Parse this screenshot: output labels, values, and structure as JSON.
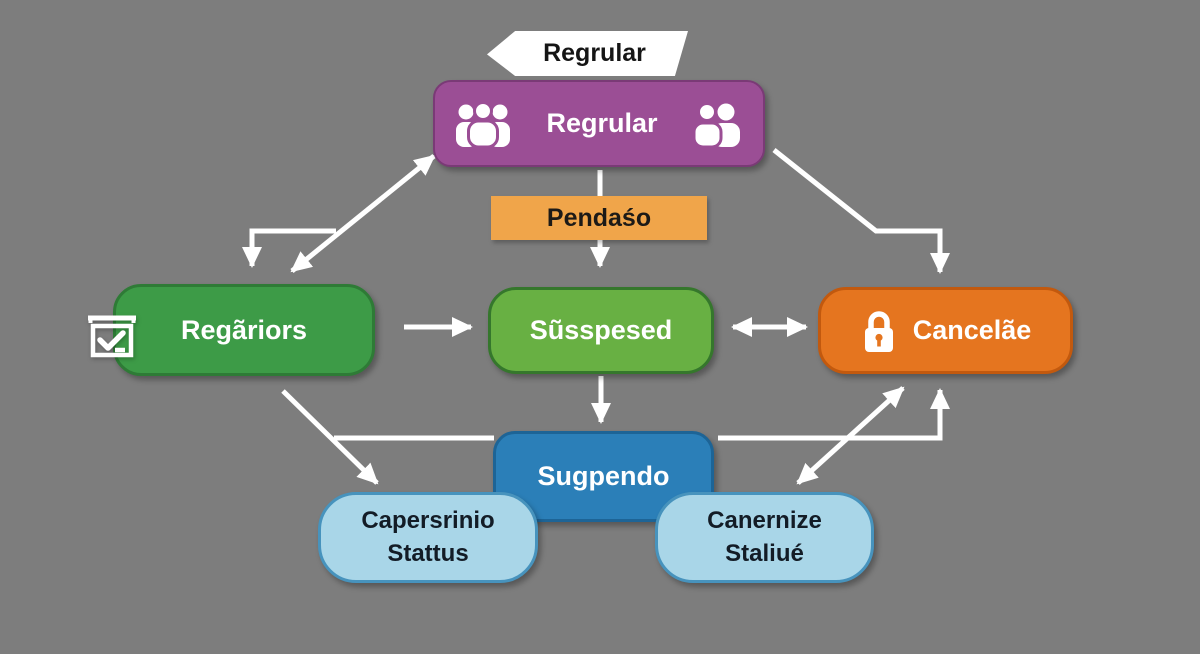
{
  "palette": {
    "background": "#7d7d7d",
    "arrow": "#ffffff",
    "ribbon_bg": "#ffffff",
    "ribbon_text": "#151515",
    "regular_bg": "#9b4e95",
    "regular_border": "#7a3a76",
    "pendaso_bg": "#f0a54a",
    "pendaso_text": "#1c1a17",
    "regariors_bg": "#3d9b47",
    "regariors_border": "#2e7b36",
    "susspesed_bg": "#68b043",
    "susspesed_border": "#35772c",
    "cancelae_bg": "#e5751f",
    "cancelae_border": "#c2590e",
    "sugpendo_bg": "#2b7fb8",
    "sugpendo_border": "#1d6496",
    "lightblue_bg": "#a9d6e8",
    "lightblue_border": "#4793bd",
    "lightblue_text": "#131c26"
  },
  "ribbon": {
    "label": "Regrular"
  },
  "nodes": {
    "regular": {
      "label": "Regrular"
    },
    "pendaso": {
      "label": "Pendaśo"
    },
    "regariors": {
      "label": "Regãriors"
    },
    "susspesed": {
      "label": "Sũsspesed"
    },
    "cancelae": {
      "label": "Cancelãe"
    },
    "sugpendo": {
      "label": "Sugpendo"
    },
    "capersrinio": {
      "line1": "Capersrinio",
      "line2": "Stattus"
    },
    "canernize": {
      "line1": "Canernize",
      "line2": "Staliué"
    }
  },
  "icons": [
    "people-group-3",
    "people-group-2",
    "ballot-check",
    "lock"
  ],
  "edges": [
    {
      "from": "regular",
      "to": "susspesed",
      "via": "pendaso",
      "type": "one-way"
    },
    {
      "from": "regular",
      "to": "regariors",
      "type": "two-way"
    },
    {
      "from": "regular",
      "to": "regariors",
      "type": "one-way-elbow"
    },
    {
      "from": "regular",
      "to": "cancelae",
      "type": "one-way-elbow"
    },
    {
      "from": "regariors",
      "to": "susspesed",
      "type": "one-way"
    },
    {
      "from": "susspesed",
      "to": "cancelae",
      "type": "two-way"
    },
    {
      "from": "susspesed",
      "to": "sugpendo",
      "type": "one-way"
    },
    {
      "from": "regariors",
      "to": "capersrinio",
      "type": "one-way"
    },
    {
      "from": "regariors",
      "to": "sugpendo",
      "type": "one-way"
    },
    {
      "from": "sugpendo",
      "to": "cancelae",
      "type": "one-way-elbow"
    },
    {
      "from": "cancelae",
      "to": "canernize",
      "type": "two-way"
    }
  ]
}
